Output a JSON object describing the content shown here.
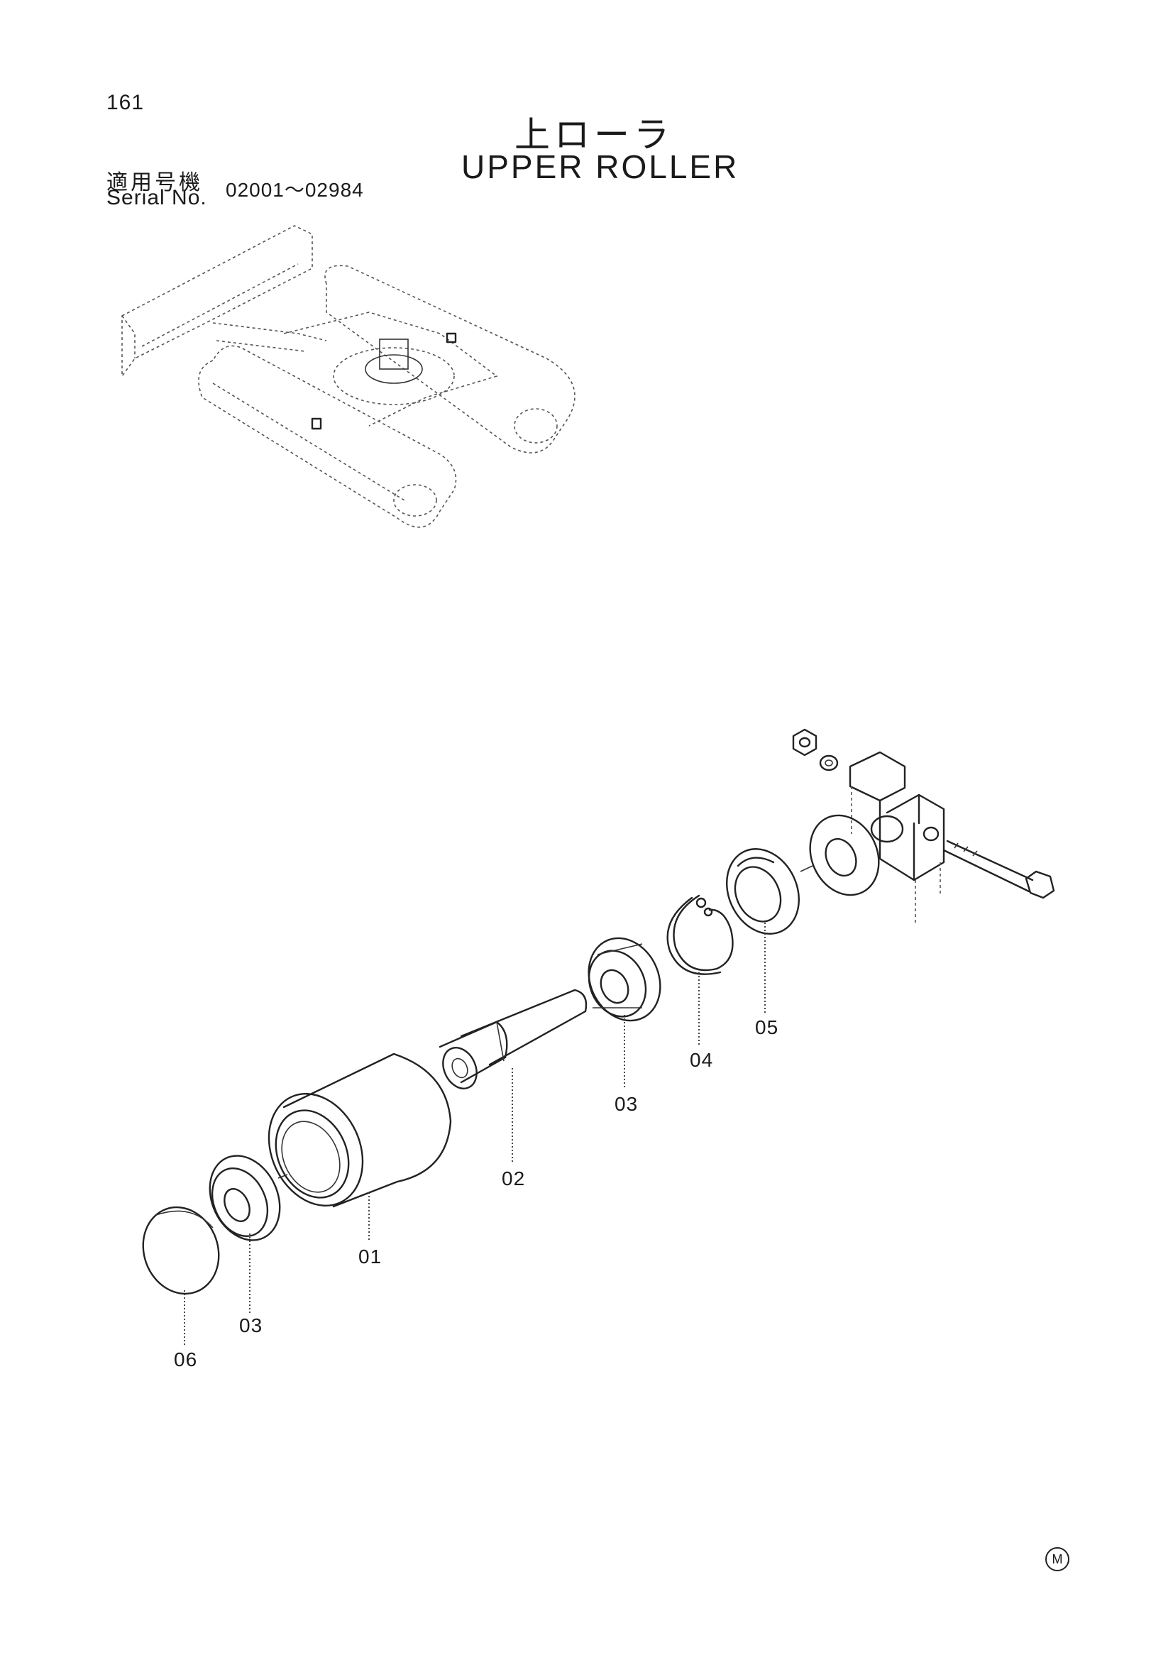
{
  "page_number": "161",
  "title_jp": "上ローラ",
  "title_en": "UPPER ROLLER",
  "serial": {
    "label_jp": "適用号機",
    "label_en": "Serial No.",
    "range": "02001～02984"
  },
  "part_labels": [
    {
      "id": "06",
      "text": "06"
    },
    {
      "id": "03a",
      "text": "03"
    },
    {
      "id": "01",
      "text": "01"
    },
    {
      "id": "02",
      "text": "02"
    },
    {
      "id": "03b",
      "text": "03"
    },
    {
      "id": "04",
      "text": "04"
    },
    {
      "id": "05",
      "text": "05"
    }
  ],
  "corner_mark": "M"
}
